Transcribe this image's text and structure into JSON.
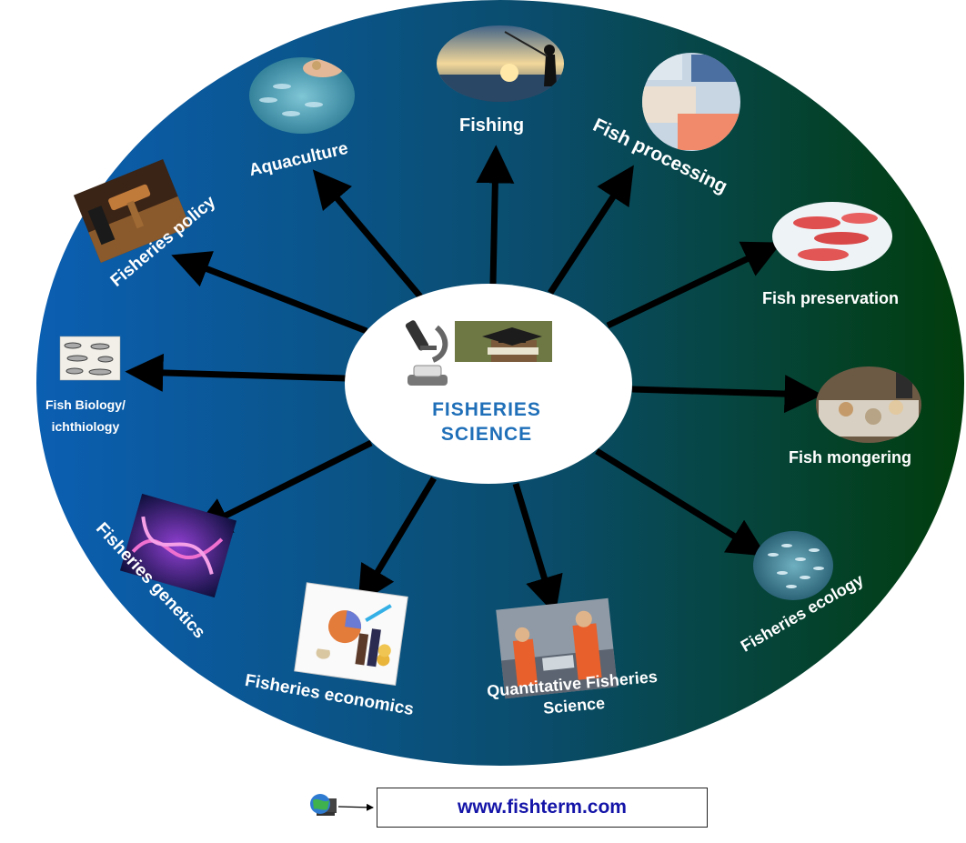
{
  "center": {
    "line1": "FISHERIES",
    "line2": "SCIENCE",
    "icons": [
      "microscope-icon",
      "graduation-cap-books-icon"
    ]
  },
  "branches": [
    {
      "key": "fishing",
      "label": "Fishing",
      "icon": "fisherman-icon"
    },
    {
      "key": "fish-processing",
      "label": "Fish processing",
      "icon": "seafood-tray-icon"
    },
    {
      "key": "fish-preservation",
      "label": "Fish preservation",
      "icon": "fish-on-ice-icon"
    },
    {
      "key": "fish-mongering",
      "label": "Fish mongering",
      "icon": "fish-market-icon"
    },
    {
      "key": "fisheries-ecology",
      "label": "Fisheries ecology",
      "icon": "fish-school-icon"
    },
    {
      "key": "quantitative-fisheries-science",
      "label": "Quantitative Fisheries Science",
      "label_line1": "Quantitative Fisheries",
      "label_line2": "Science",
      "icon": "lab-workers-icon"
    },
    {
      "key": "fisheries-economics",
      "label": "Fisheries economics",
      "icon": "money-chart-icon"
    },
    {
      "key": "fisheries-genetics",
      "label": "Fisheries genetics",
      "icon": "dna-helix-icon"
    },
    {
      "key": "fish-biology",
      "label": "Fish Biology/ ichthiology",
      "label_line1": "Fish Biology/",
      "label_line2": "ichthiology",
      "icon": "fish-illustration-icon"
    },
    {
      "key": "fisheries-policy",
      "label": "Fisheries policy",
      "icon": "gavel-icon"
    },
    {
      "key": "aquaculture",
      "label": "Aquaculture",
      "icon": "fish-feeding-icon"
    }
  ],
  "footer": {
    "url": "www.fishterm.com",
    "icon": "globe-computer-icon"
  },
  "colors": {
    "gradient_start": "#0b5fb2",
    "gradient_mid": "#0a4c6a",
    "gradient_end": "#013d0c",
    "center_text": "#1f6fb8",
    "url_text": "#1414a8"
  }
}
